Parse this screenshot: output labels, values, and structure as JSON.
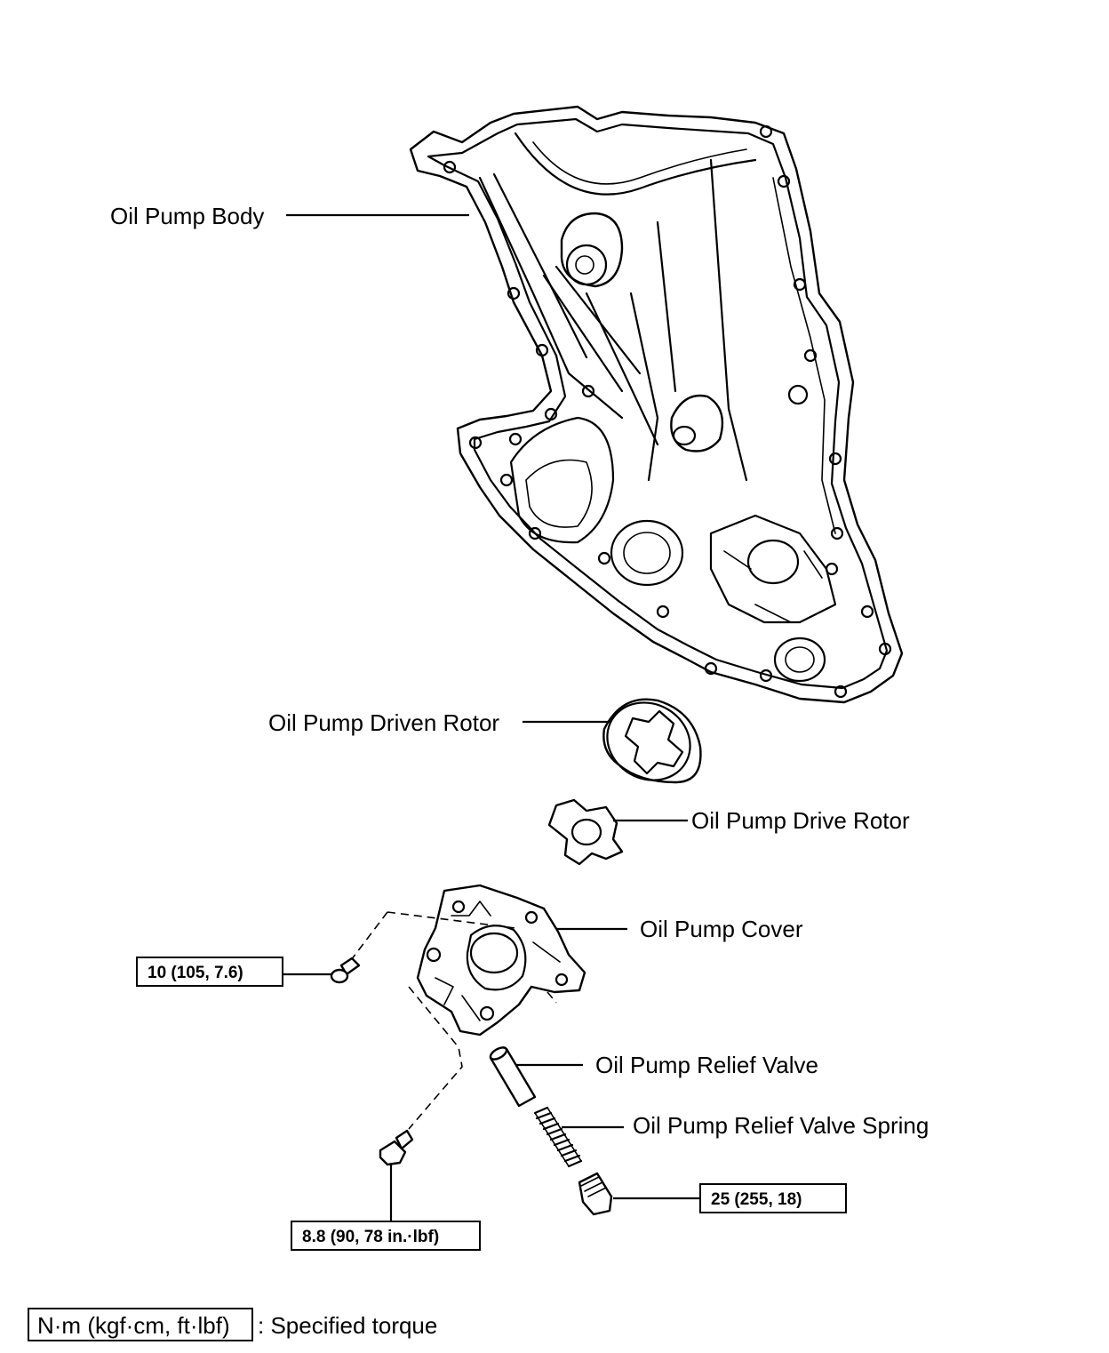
{
  "parts": {
    "oil_pump_body": "Oil Pump Body",
    "driven_rotor": "Oil Pump Driven Rotor",
    "drive_rotor": "Oil Pump Drive Rotor",
    "cover": "Oil Pump Cover",
    "relief_valve": "Oil Pump Relief Valve",
    "relief_valve_spring": "Oil Pump Relief Valve Spring"
  },
  "torques": {
    "cover_bolt_upper": "10 (105, 7.6)",
    "cover_bolt_lower": "8.8 (90, 78 in.·lbf)",
    "plug": "25 (255, 18)"
  },
  "legend": {
    "unit_box": "N·m (kgf·cm, ft·lbf)",
    "meaning": ": Specified torque"
  }
}
